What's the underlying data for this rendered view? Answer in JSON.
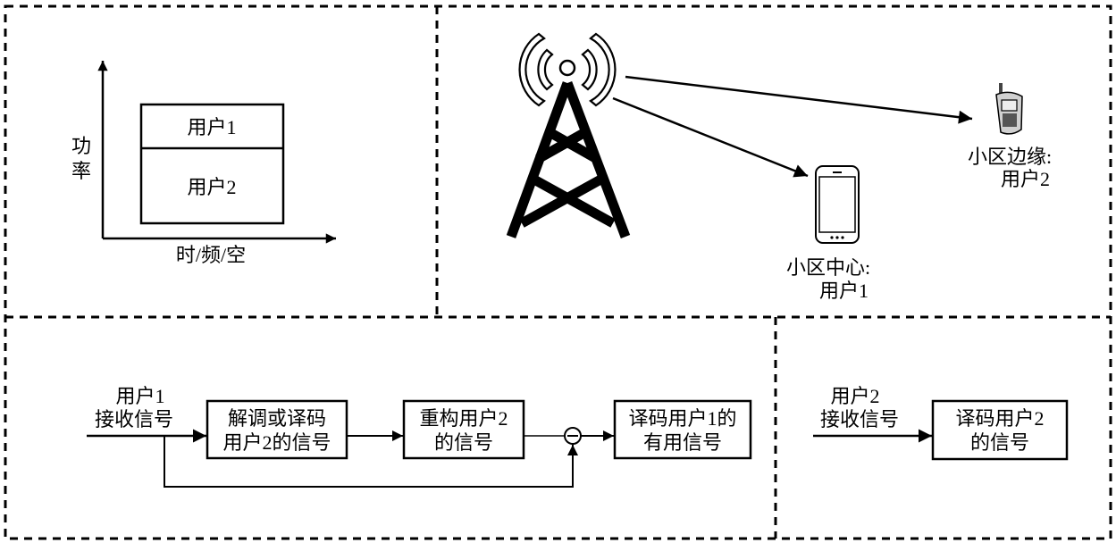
{
  "panel_power_domain": {
    "y_axis_label": [
      "功",
      "率"
    ],
    "x_axis_label": "时/频/空",
    "blocks": [
      {
        "label": "用户1"
      },
      {
        "label": "用户2"
      }
    ]
  },
  "panel_cell": {
    "base_station_icon": "cell-tower-icon",
    "center_user": {
      "icon": "smartphone-icon",
      "label_lines": [
        "小区中心:",
        "用户1"
      ]
    },
    "edge_user": {
      "icon": "feature-phone-icon",
      "label_lines": [
        "小区边缘:",
        "用户2"
      ]
    }
  },
  "panel_user1_receiver": {
    "input_label_lines": [
      "用户1",
      "接收信号"
    ],
    "blocks": [
      {
        "lines": [
          "解调或译码",
          "用户2的信号"
        ]
      },
      {
        "lines": [
          "重构用户2",
          "的信号"
        ]
      },
      {
        "lines": [
          "译码用户1的",
          "有用信号"
        ]
      }
    ],
    "subtractor_symbol": "−"
  },
  "panel_user2_receiver": {
    "input_label_lines": [
      "用户2",
      "接收信号"
    ],
    "block": {
      "lines": [
        "译码用户2",
        "的信号"
      ]
    }
  }
}
